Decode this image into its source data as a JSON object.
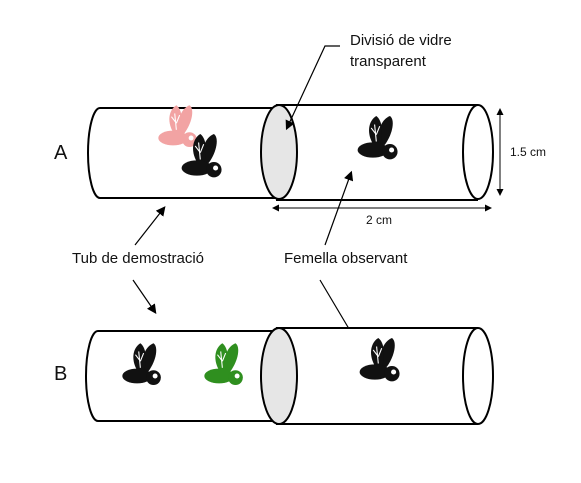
{
  "labels": {
    "row_a": "A",
    "row_b": "B",
    "glass_divider": [
      "Divisió de vidre",
      "transparent"
    ],
    "height_dim": "1.5 cm",
    "length_dim": "2 cm",
    "demo_tube": "Tub de demostració",
    "observer_female": "Femella observant"
  },
  "colors": {
    "black_fly": "#111111",
    "pink_fly": "#f2a3a3",
    "green_fly": "#2f8f1f",
    "glass": "#e6e6e6"
  }
}
